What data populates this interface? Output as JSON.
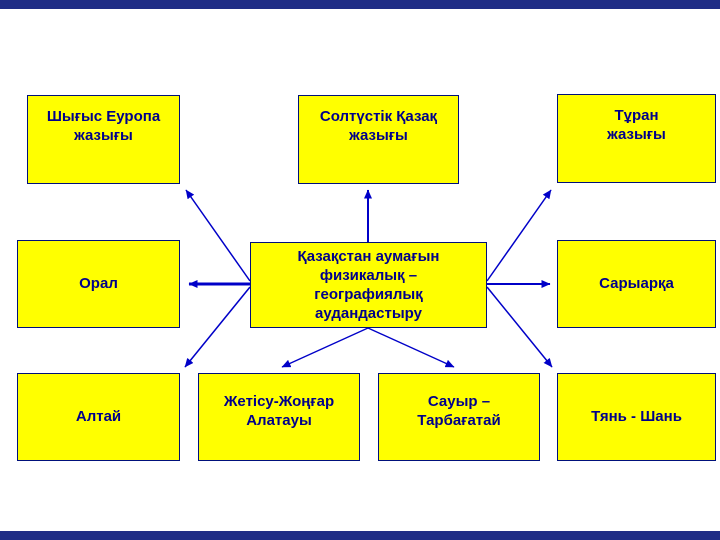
{
  "page": {
    "background": "#ffffff",
    "edge_bar_color": "#1f2d86"
  },
  "diagram": {
    "colors": {
      "node_fill": "#ffff00",
      "node_border": "#00107a",
      "text": "#00008b",
      "arrow": "#0000c8"
    },
    "center": {
      "label": "Қазақстан аумағын\nфизикалық –\nгеографиялық\nаудандастыру"
    },
    "nodes": [
      {
        "id": "shygys-europa",
        "label": "Шығыс Еуропа\nжазығы"
      },
      {
        "id": "soltustik-kazak",
        "label": "Солтүстік Қазақ\nжазығы"
      },
      {
        "id": "turan",
        "label": "Тұран\nжазығы"
      },
      {
        "id": "oral",
        "label": "Орал"
      },
      {
        "id": "saryarka",
        "label": "Сарыарқа"
      },
      {
        "id": "altai",
        "label": "Алтай"
      },
      {
        "id": "zhetisu-zhongar",
        "label": "Жетісу-Жоңғар\nАлатауы"
      },
      {
        "id": "sauyr-tarbagatai",
        "label": "Сауыр –\nТарбағатай"
      },
      {
        "id": "tian-shan",
        "label": "Тянь - Шань"
      }
    ]
  }
}
